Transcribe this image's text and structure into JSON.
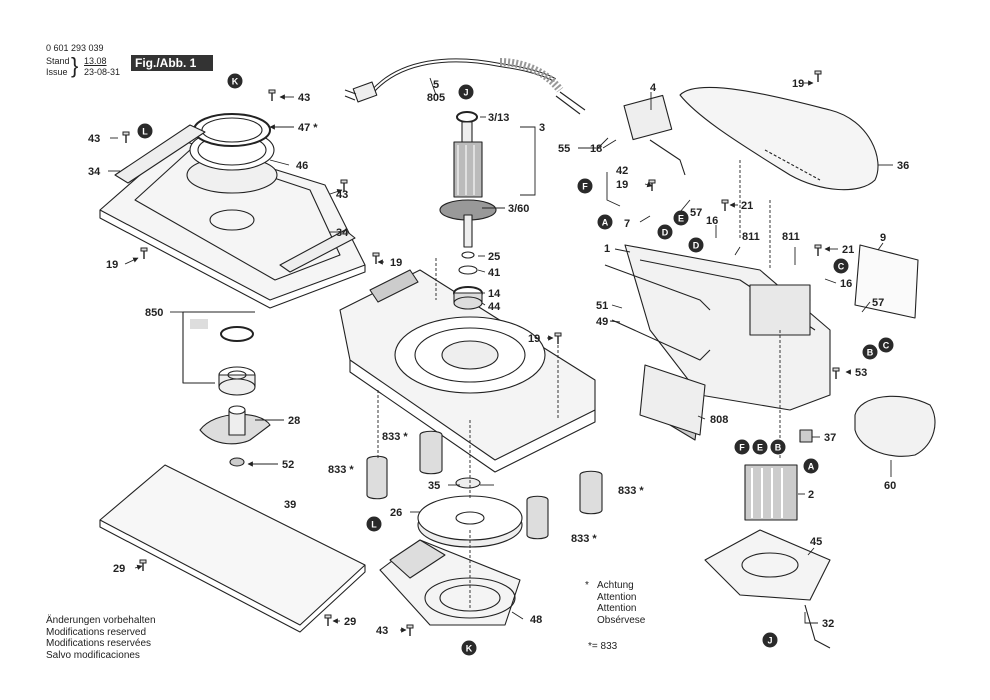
{
  "header": {
    "part_number": "0 601 293 039",
    "stand_label": "Stand",
    "stand_value": "13.08",
    "issue_label": "Issue",
    "issue_value": "23-08-31",
    "figure": "Fig./Abb. 1"
  },
  "notes": [
    "Änderungen vorbehalten",
    "Modifications reserved",
    "Modifications reservées",
    "Salvo modificaciones"
  ],
  "footnote": {
    "symbol": "*",
    "lines": [
      "Achtung",
      "Attention",
      "Attention",
      "Obsérvese"
    ],
    "equation": "*= 833"
  },
  "callouts": [
    {
      "id": "c5",
      "text": "5"
    },
    {
      "id": "c805",
      "text": "805"
    },
    {
      "id": "c43a",
      "text": "43"
    },
    {
      "id": "c47",
      "text": "47 *"
    },
    {
      "id": "c46",
      "text": "46"
    },
    {
      "id": "c43b",
      "text": "43"
    },
    {
      "id": "c34a",
      "text": "34"
    },
    {
      "id": "c43c",
      "text": "43"
    },
    {
      "id": "c34b",
      "text": "34"
    },
    {
      "id": "c19a",
      "text": "19"
    },
    {
      "id": "c850",
      "text": "850"
    },
    {
      "id": "c28",
      "text": "28"
    },
    {
      "id": "c52",
      "text": "52"
    },
    {
      "id": "c39",
      "text": "39"
    },
    {
      "id": "c29a",
      "text": "29"
    },
    {
      "id": "c29b",
      "text": "29"
    },
    {
      "id": "c43d",
      "text": "43"
    },
    {
      "id": "c3_13",
      "text": "3/13"
    },
    {
      "id": "c3",
      "text": "3"
    },
    {
      "id": "c3_60",
      "text": "3/60"
    },
    {
      "id": "c25",
      "text": "25"
    },
    {
      "id": "c41",
      "text": "41"
    },
    {
      "id": "c14",
      "text": "14"
    },
    {
      "id": "c44",
      "text": "44"
    },
    {
      "id": "c19b",
      "text": "19"
    },
    {
      "id": "c19c",
      "text": "19"
    },
    {
      "id": "c833a",
      "text": "833 *"
    },
    {
      "id": "c833b",
      "text": "833 *"
    },
    {
      "id": "c35",
      "text": "35"
    },
    {
      "id": "c26",
      "text": "26"
    },
    {
      "id": "c833c",
      "text": "833 *"
    },
    {
      "id": "c833d",
      "text": "833 *"
    },
    {
      "id": "c48",
      "text": "48"
    },
    {
      "id": "c4",
      "text": "4"
    },
    {
      "id": "c55",
      "text": "55"
    },
    {
      "id": "c18",
      "text": "18"
    },
    {
      "id": "c42",
      "text": "42"
    },
    {
      "id": "c19d",
      "text": "19"
    },
    {
      "id": "c57a",
      "text": "57"
    },
    {
      "id": "c7",
      "text": "7"
    },
    {
      "id": "c16a",
      "text": "16"
    },
    {
      "id": "c21a",
      "text": "21"
    },
    {
      "id": "c811a",
      "text": "811"
    },
    {
      "id": "c811b",
      "text": "811"
    },
    {
      "id": "c21b",
      "text": "21"
    },
    {
      "id": "c16b",
      "text": "16"
    },
    {
      "id": "c1",
      "text": "1"
    },
    {
      "id": "c51",
      "text": "51"
    },
    {
      "id": "c49",
      "text": "49"
    },
    {
      "id": "c19e",
      "text": "19"
    },
    {
      "id": "c36",
      "text": "36"
    },
    {
      "id": "c9",
      "text": "9"
    },
    {
      "id": "c57b",
      "text": "57"
    },
    {
      "id": "c53",
      "text": "53"
    },
    {
      "id": "c808",
      "text": "808"
    },
    {
      "id": "c37",
      "text": "37"
    },
    {
      "id": "c60",
      "text": "60"
    },
    {
      "id": "c2",
      "text": "2"
    },
    {
      "id": "c45",
      "text": "45"
    },
    {
      "id": "c32",
      "text": "32"
    }
  ],
  "markers": [
    {
      "id": "mK1",
      "letter": "K"
    },
    {
      "id": "mL1",
      "letter": "L"
    },
    {
      "id": "mJ1",
      "letter": "J"
    },
    {
      "id": "mL2",
      "letter": "L"
    },
    {
      "id": "mK2",
      "letter": "K"
    },
    {
      "id": "mF1",
      "letter": "F"
    },
    {
      "id": "mA1",
      "letter": "A"
    },
    {
      "id": "mE1",
      "letter": "E"
    },
    {
      "id": "mD1",
      "letter": "D"
    },
    {
      "id": "mD2",
      "letter": "D"
    },
    {
      "id": "mC1",
      "letter": "C"
    },
    {
      "id": "mB1",
      "letter": "B"
    },
    {
      "id": "mC2",
      "letter": "C"
    },
    {
      "id": "mF2",
      "letter": "F"
    },
    {
      "id": "mE2",
      "letter": "E"
    },
    {
      "id": "mB2",
      "letter": "B"
    },
    {
      "id": "mA2",
      "letter": "A"
    },
    {
      "id": "mJ2",
      "letter": "J"
    }
  ],
  "colors": {
    "ink": "#222222",
    "marker_fill": "#2a2a2a",
    "part_fill": "#f2f2f2",
    "shade": "#9a9a9a"
  }
}
